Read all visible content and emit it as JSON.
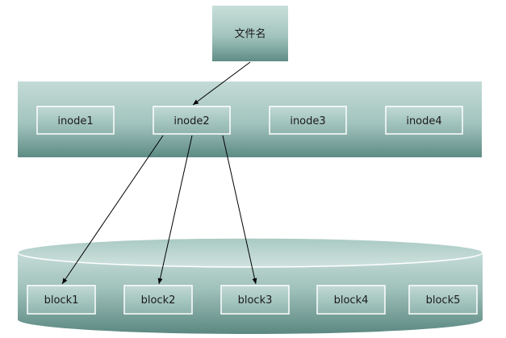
{
  "diagram": {
    "file_name_label": "文件名",
    "inodes": [
      {
        "label": "inode1"
      },
      {
        "label": "inode2"
      },
      {
        "label": "inode3"
      },
      {
        "label": "inode4"
      }
    ],
    "blocks": [
      {
        "label": "block1"
      },
      {
        "label": "block2"
      },
      {
        "label": "block3"
      },
      {
        "label": "block4"
      },
      {
        "label": "block5"
      }
    ],
    "colors": {
      "teal_dark": "#5f8d85",
      "teal_mid": "#93b9b2",
      "teal_light": "#c7ddd8",
      "box_border": "#ffffff",
      "arrow": "#000000"
    }
  }
}
